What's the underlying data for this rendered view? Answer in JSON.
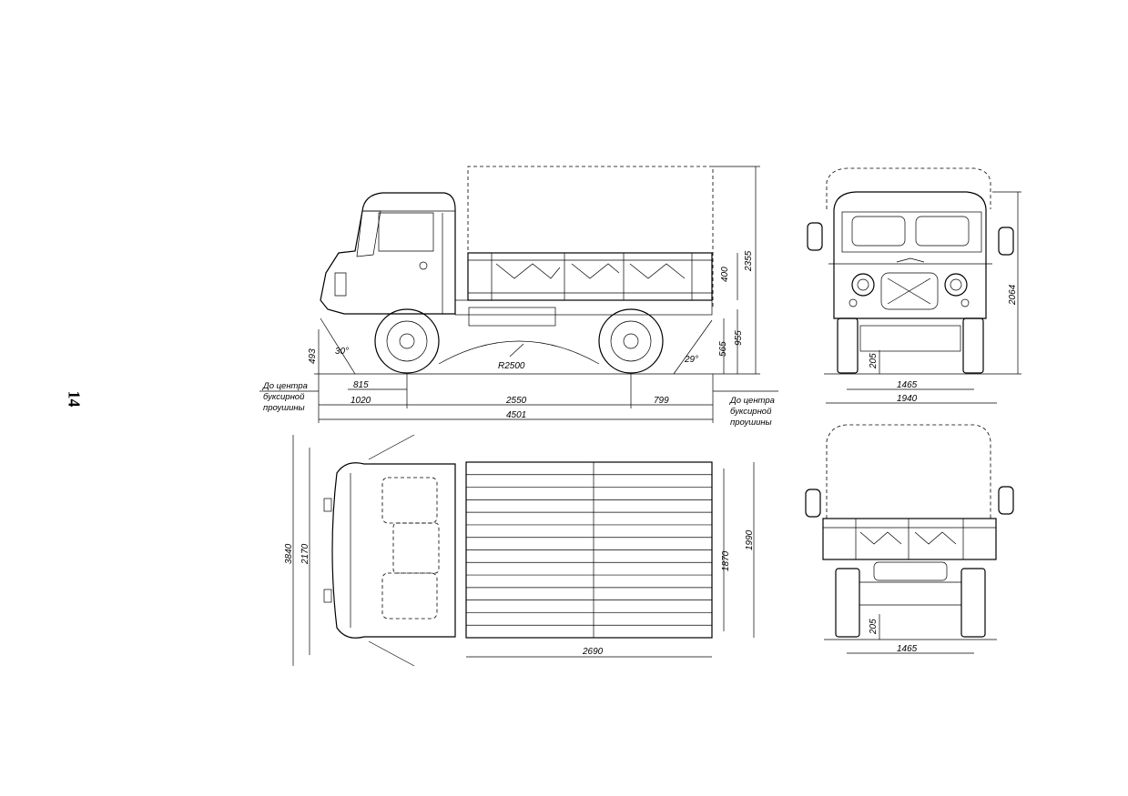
{
  "page_number": "14",
  "side_view": {
    "dims": {
      "h_2355": "2355",
      "h_400": "400",
      "h_955": "955",
      "h_565": "565",
      "h_493": "493",
      "angle_front": "30°",
      "angle_rear": "29°",
      "radius": "R2500",
      "d_815": "815",
      "d_1020": "1020",
      "d_2550": "2550",
      "d_799": "799",
      "d_4501": "4501"
    },
    "note_left": [
      "До центра",
      "буксирной",
      "проушины"
    ],
    "note_right": [
      "До центра",
      "буксирной",
      "проушины"
    ]
  },
  "front_view": {
    "dims": {
      "h_2064": "2064",
      "h_205": "205",
      "w_1465": "1465",
      "w_1940": "1940"
    }
  },
  "top_view": {
    "dims": {
      "l_3840": "3840",
      "l_2170": "2170",
      "w_1870": "1870",
      "w_1990": "1990",
      "l_2690": "2690"
    }
  },
  "rear_view": {
    "dims": {
      "h_205": "205",
      "w_1465": "1465"
    }
  }
}
